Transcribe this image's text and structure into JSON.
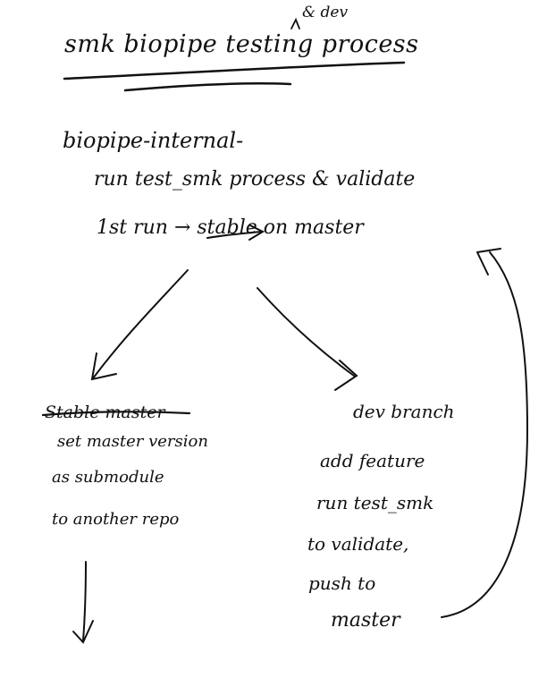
{
  "title": "smk biopipe testing process",
  "title_insert": "& dev",
  "main": {
    "repo": "biopipe-internal-",
    "step1": "run test_smk process & validate",
    "step2": "1st run → stable on master"
  },
  "left_branch": {
    "struck": "Stable master",
    "line1": "set master version",
    "line2": "as submodule",
    "line3": "to another repo"
  },
  "right_branch": {
    "line1": "dev branch",
    "line2": "add feature",
    "line3": "run test_smk",
    "line4": "to validate,",
    "line5": "push to",
    "line6": "master"
  },
  "colors": {
    "ink": "#111111",
    "background": "#ffffff"
  }
}
